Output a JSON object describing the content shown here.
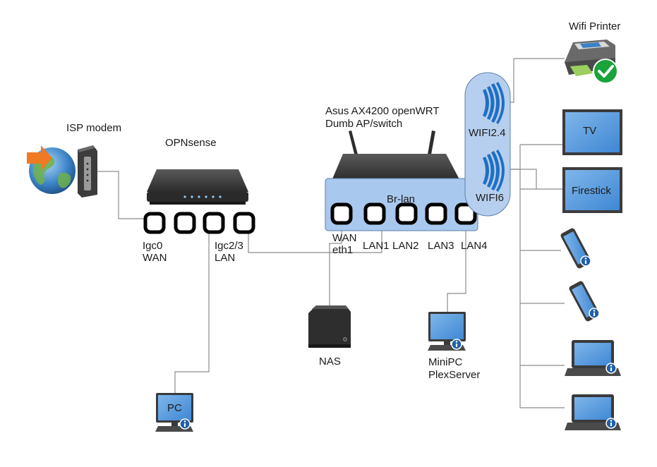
{
  "nodes": {
    "isp_modem": {
      "label": "ISP modem"
    },
    "opnsense": {
      "label": "OPNsense",
      "port_left_line1": "Igc0",
      "port_left_line2": "WAN",
      "port_right_line1": "Igc2/3",
      "port_right_line2": "LAN"
    },
    "asus": {
      "title_line1": "Asus AX4200 openWRT",
      "title_line2": "Dumb AP/switch",
      "bridge_label": "Br-lan",
      "wan_line1": "WAN",
      "wan_line2": "eth1",
      "lan1": "LAN1",
      "lan2": "LAN2",
      "lan3": "LAN3",
      "lan4": "LAN4"
    },
    "wifi": {
      "band1": "WIFI2.4",
      "band2": "WIFI6"
    },
    "nas": {
      "label": "NAS"
    },
    "minipc": {
      "line1": "MiniPC",
      "line2": "PlexServer"
    },
    "pc": {
      "label": "PC"
    },
    "printer": {
      "label": "Wifi Printer"
    },
    "tv": {
      "label": "TV"
    },
    "firestick": {
      "label": "Firestick"
    }
  },
  "colors": {
    "wire": "#8c8c8c",
    "bridge_fill": "#a9c8ee",
    "wifi_panel_fill": "#b7cfee",
    "screen_fill": "#5e9fe0",
    "device_dark": "#3a3a3a",
    "check_green": "#1aa33a",
    "info_blue": "#1f5fa8",
    "arrow_orange": "#f07a22"
  },
  "icons": [
    "globe-icon",
    "modem-icon",
    "router-icon",
    "asus-router-icon",
    "wifi-waves-icon",
    "printer-icon",
    "checkmark-icon",
    "tv-icon",
    "phone-icon",
    "laptop-icon",
    "desktop-icon",
    "hard-drive-icon",
    "info-icon"
  ]
}
